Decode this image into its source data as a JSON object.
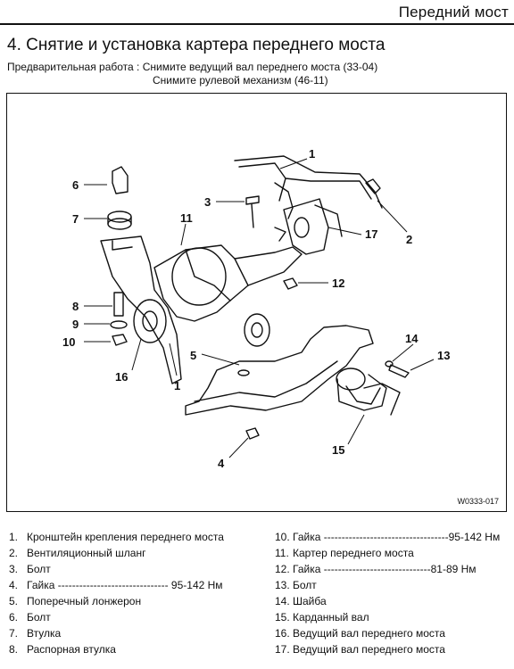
{
  "header": {
    "title": "Передний мост"
  },
  "section": {
    "title": "4. Снятие и установка картера переднего моста"
  },
  "preliminary": {
    "line1": "Предварительная работа : Снимите ведущий вал переднего моста (33-04)",
    "line2": "Снимите рулевой механизм (46-11)"
  },
  "figure": {
    "code": "W0333-017",
    "callouts": [
      "1",
      "1",
      "2",
      "3",
      "4",
      "5",
      "6",
      "7",
      "8",
      "9",
      "10",
      "11",
      "12",
      "13",
      "14",
      "15",
      "16",
      "17"
    ]
  },
  "legend": {
    "left": [
      {
        "num": "1.",
        "text": "Кронштейн крепления переднего моста"
      },
      {
        "num": "2.",
        "text": "Вентиляционный шланг"
      },
      {
        "num": "3.",
        "text": "Болт"
      },
      {
        "num": "4.",
        "text": "Гайка ------------------------------- 95-142 Нм"
      },
      {
        "num": "5.",
        "text": "Поперечный лонжерон"
      },
      {
        "num": "6.",
        "text": "Болт"
      },
      {
        "num": "7.",
        "text": "Втулка"
      },
      {
        "num": "8.",
        "text": "Распорная втулка"
      }
    ],
    "right": [
      {
        "num": "10.",
        "text": "Гайка -----------------------------------95-142 Нм"
      },
      {
        "num": "11.",
        "text": "Картер переднего моста"
      },
      {
        "num": "12.",
        "text": "Гайка ------------------------------81-89 Нм"
      },
      {
        "num": "13.",
        "text": "Болт"
      },
      {
        "num": "14.",
        "text": "Шайба"
      },
      {
        "num": "15.",
        "text": "Карданный вал"
      },
      {
        "num": "16.",
        "text": "Ведущий вал переднего моста"
      },
      {
        "num": "17.",
        "text": "Ведущий вал переднего моста"
      }
    ]
  }
}
